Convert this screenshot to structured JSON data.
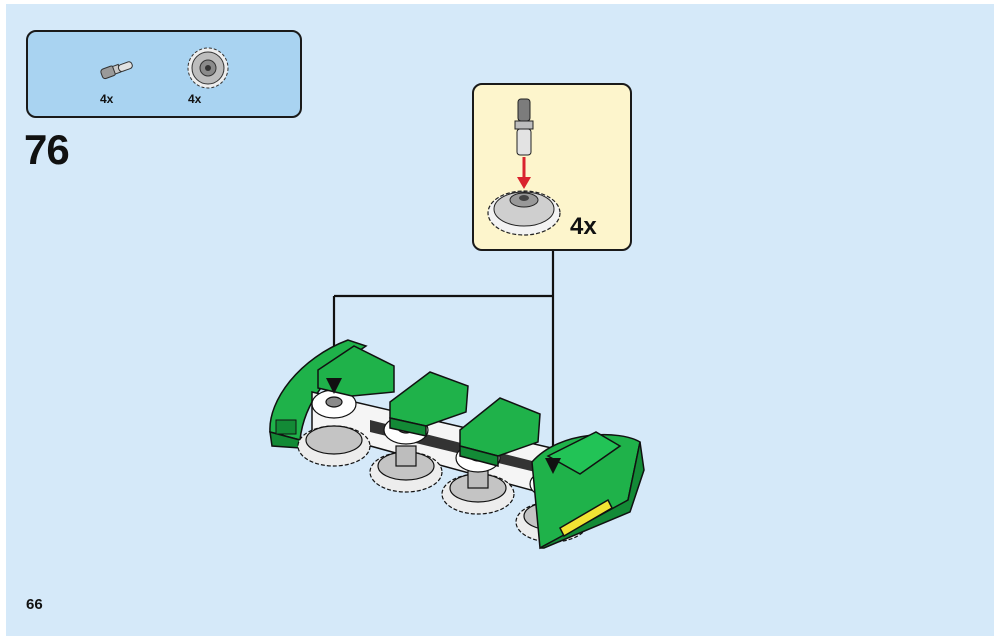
{
  "parts_list": {
    "items": [
      {
        "name": "pin-connector",
        "quantity": "4x"
      },
      {
        "name": "gear-wheel",
        "quantity": "4x"
      }
    ]
  },
  "step": {
    "number": "76"
  },
  "callout": {
    "quantity": "4x"
  },
  "page": {
    "number": "66"
  },
  "colors": {
    "background": "#d5e9f9",
    "parts_box": "#a9d3f1",
    "callout_box": "#fdf5cc",
    "green": "#1fb24a",
    "arrow_red": "#d9232e"
  }
}
